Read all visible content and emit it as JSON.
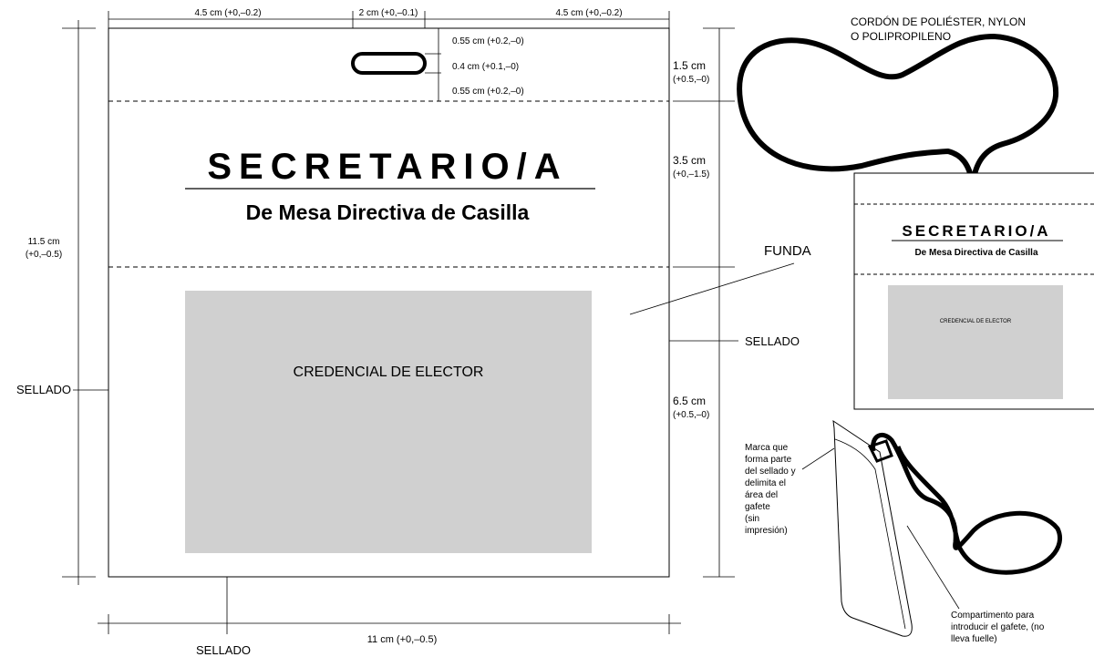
{
  "dimensions": {
    "top_left_width": "4.5 cm (+0,–0.2)",
    "top_center_width": "2 cm (+0,–0.1)",
    "top_right_width": "4.5 cm (+0,–0.2)",
    "slot_top_offset": "0.55 cm (+0.2,–0)",
    "slot_height": "0.4 cm (+0.1,–0)",
    "slot_bottom_offset": "0.55 cm (+0.2,–0)",
    "upper_zone_height": "1.5 cm",
    "upper_zone_tolerance": "(+0.5,–0)",
    "title_zone_height": "3.5 cm",
    "title_zone_tolerance": "(+0,–1.5)",
    "lower_zone_height": "6.5 cm",
    "lower_zone_tolerance": "(+0.5,–0)",
    "total_height": "11.5 cm",
    "total_height_tolerance": "(+0,–0.5)",
    "total_width": "11 cm (+0,–0.5)"
  },
  "badge": {
    "title": "SECRETARIO/A",
    "subtitle": "De Mesa Directiva de Casilla",
    "credential": "CREDENCIAL DE ELECTOR"
  },
  "callouts": {
    "cord_line1": "CORDÓN DE POLIÉSTER, NYLON",
    "cord_line2": "O POLIPROPILENO",
    "funda": "FUNDA",
    "sellado_right": "SELLADO",
    "sellado_left": "SELLADO",
    "sellado_bottom": "SELLADO",
    "marca": [
      "Marca que",
      "forma parte",
      "del sellado  y",
      "delimita el",
      "área del",
      "gafete",
      "(sin",
      "impresión)"
    ],
    "compartimento": [
      "Compartimento para",
      "introducir el gafete, (no",
      "lleva fuelle)"
    ]
  },
  "colors": {
    "line": "#000000",
    "credential_fill": "#d0d0d0"
  }
}
